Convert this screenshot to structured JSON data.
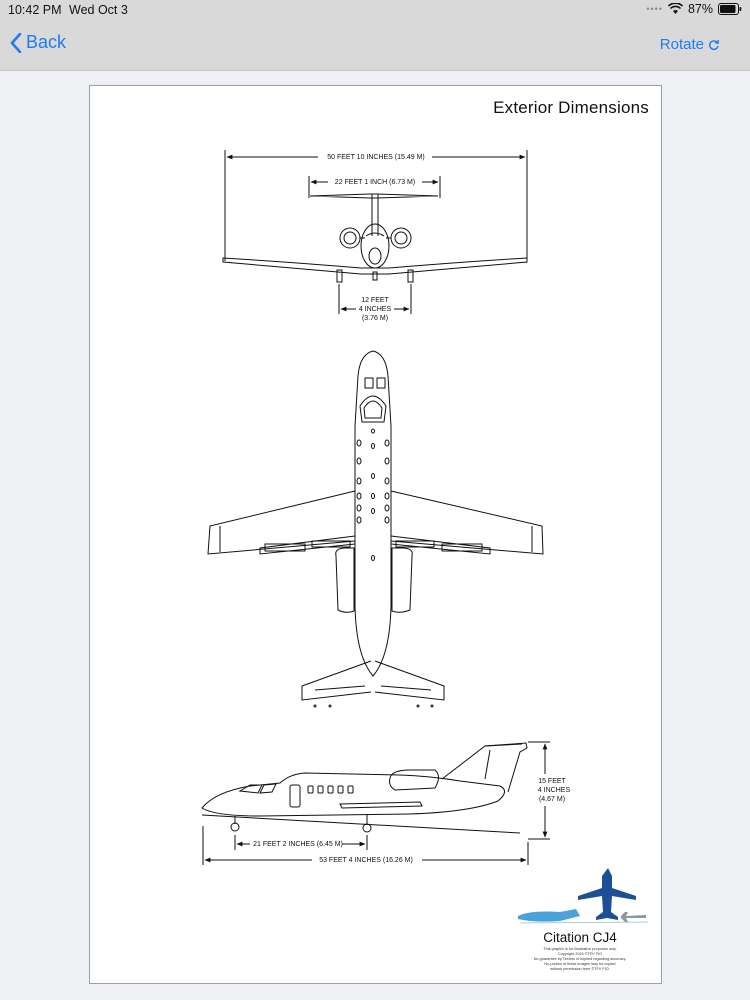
{
  "status": {
    "time": "10:42 PM",
    "date": "Wed Oct 3",
    "battery": "87%"
  },
  "nav": {
    "back_label": "Back",
    "rotate_label": "Rotate"
  },
  "sheet": {
    "title": "Exterior Dimensions",
    "dims": {
      "wingspan": "50 FEET 10 INCHES (15.49 M)",
      "tailspan": "22 FEET 1 INCH (6.73 M)",
      "track_1": "12 FEET",
      "track_2": "4 INCHES",
      "track_3": "(3.76 M)",
      "height_1": "15 FEET",
      "height_2": "4 INCHES",
      "height_3": "(4.67 M)",
      "wheelbase": "21 FEET 2 INCHES (6.45 M)",
      "length": "53 FEET 4 INCHES (16.26 M)"
    },
    "brand": {
      "name": "Citation CJ4",
      "fine_1": "This graphic is for illustrative purposes only.",
      "fine_2": "Copyright 2015 ©TFV FIO",
      "fine_3": "No guarantee by Textron is implied regarding accuracy.",
      "fine_4": "No portion of these images may be copied",
      "fine_5": "without permission from ©TFV FIO."
    }
  }
}
